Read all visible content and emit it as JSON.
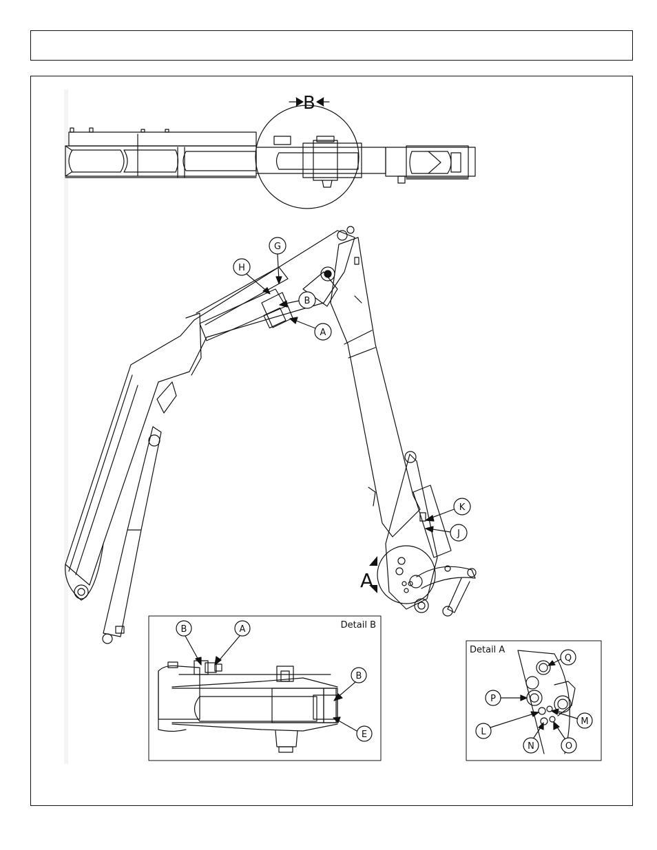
{
  "view_b_label": "B",
  "view_a_label": "A",
  "detail_b": {
    "title": "Detail B",
    "callouts": [
      "B",
      "A",
      "B",
      "E"
    ]
  },
  "detail_a": {
    "title": "Detail A",
    "callouts": [
      "Q",
      "P",
      "M",
      "L",
      "N",
      "O"
    ]
  },
  "main_callouts": [
    "G",
    "H",
    "B",
    "A",
    "K",
    "J"
  ]
}
